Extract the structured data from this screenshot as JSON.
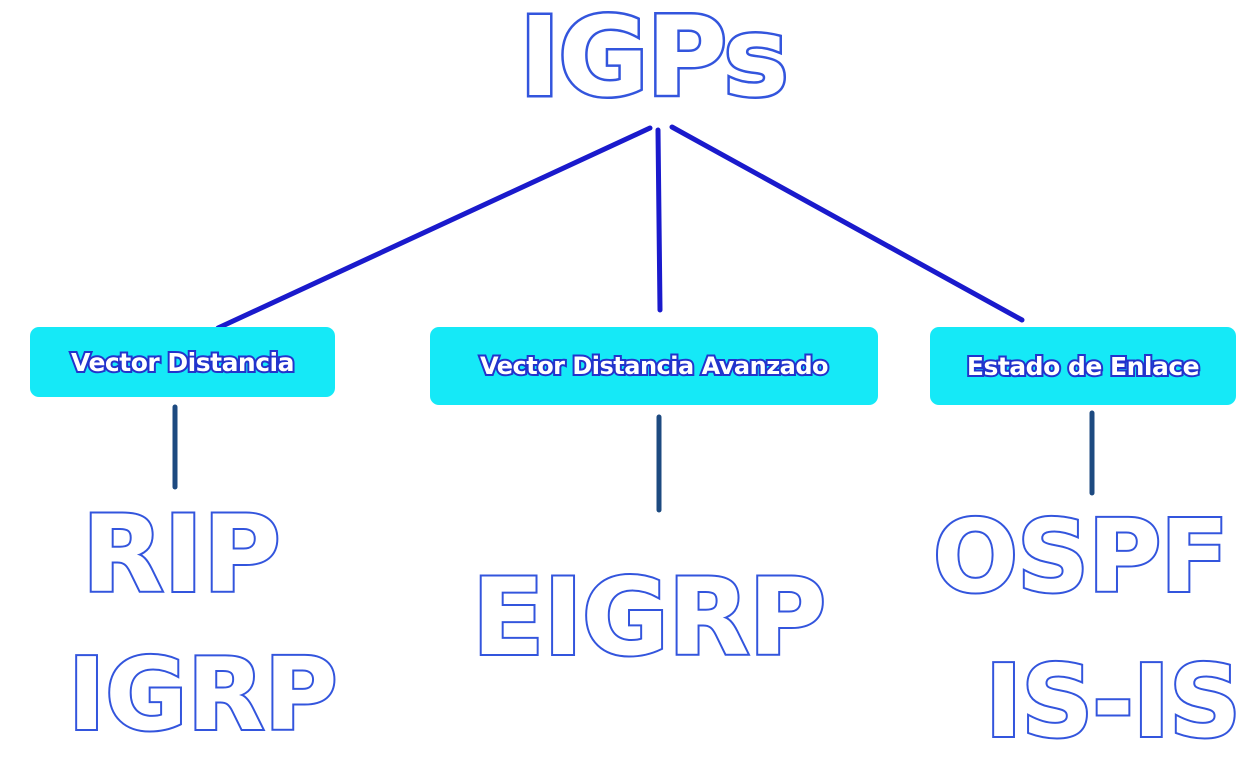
{
  "diagram": {
    "root": {
      "label": "IGPs"
    },
    "categories": [
      {
        "id": "vd",
        "label": "Vector Distancia",
        "protocols": [
          "RIP",
          "IGRP"
        ]
      },
      {
        "id": "vda",
        "label": "Vector Distancia Avanzado",
        "protocols": [
          "EIGRP"
        ]
      },
      {
        "id": "ee",
        "label": "Estado de Enlace",
        "protocols": [
          "OSPF",
          "IS-IS"
        ]
      }
    ]
  },
  "colors": {
    "box_fill": "#15e9f7",
    "outline_blue": "#3355dd",
    "root_connector": "#1a1acc",
    "category_connector": "#1d4a80"
  }
}
